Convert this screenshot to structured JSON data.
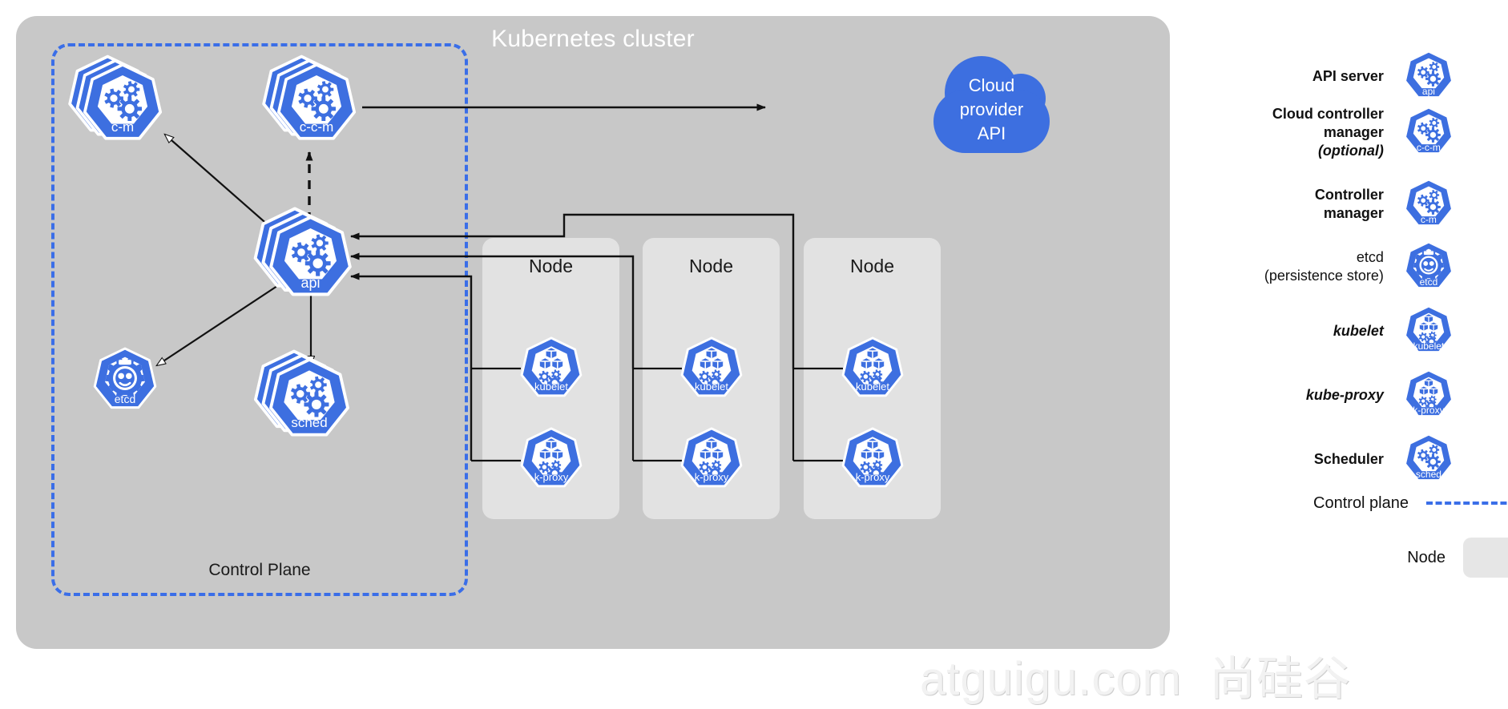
{
  "cluster": {
    "title": "Kubernetes cluster",
    "control_plane_label": "Control Plane"
  },
  "cloud": {
    "line1": "Cloud",
    "line2": "provider",
    "line3": "API"
  },
  "control_plane_components": [
    {
      "id": "c-m",
      "caption": "c-m",
      "icon": "gears-icon",
      "stacked": true
    },
    {
      "id": "c-c-m",
      "caption": "c-c-m",
      "icon": "gears-icon",
      "stacked": true
    },
    {
      "id": "api",
      "caption": "api",
      "icon": "gears-icon",
      "stacked": true
    },
    {
      "id": "etcd",
      "caption": "etcd",
      "icon": "etcd-gear-icon",
      "stacked": false
    },
    {
      "id": "sched",
      "caption": "sched",
      "icon": "gears-icon",
      "stacked": true
    }
  ],
  "nodes": [
    {
      "title": "Node",
      "components": [
        {
          "caption": "kubelet",
          "icon": "cubes-gears-icon"
        },
        {
          "caption": "k-proxy",
          "icon": "cubes-gears-icon"
        }
      ]
    },
    {
      "title": "Node",
      "components": [
        {
          "caption": "kubelet",
          "icon": "cubes-gears-icon"
        },
        {
          "caption": "k-proxy",
          "icon": "cubes-gears-icon"
        }
      ]
    },
    {
      "title": "Node",
      "components": [
        {
          "caption": "kubelet",
          "icon": "cubes-gears-icon"
        },
        {
          "caption": "k-proxy",
          "icon": "cubes-gears-icon"
        }
      ]
    }
  ],
  "legend": {
    "items": [
      {
        "label": "API server",
        "caption": "api",
        "icon": "gears-icon",
        "style": "bold"
      },
      {
        "label": "Cloud controller\nmanager\n(optional)",
        "caption": "c-c-m",
        "icon": "gears-icon",
        "style": "bold-mixed"
      },
      {
        "label": "Controller\nmanager",
        "caption": "c-m",
        "icon": "gears-icon",
        "style": "bold"
      },
      {
        "label": "etcd\n(persistence store)",
        "caption": "etcd",
        "icon": "etcd-gear-icon",
        "style": "normal"
      },
      {
        "label": "kubelet",
        "caption": "kubelet",
        "icon": "cubes-gears-icon",
        "style": "italic"
      },
      {
        "label": "kube-proxy",
        "caption": "k-proxy",
        "icon": "cubes-gears-icon",
        "style": "italic"
      },
      {
        "label": "Scheduler",
        "caption": "sched",
        "icon": "gears-icon",
        "style": "bold"
      }
    ],
    "control_plane": {
      "label": "Control plane",
      "swatch": "blue-dashed-line"
    },
    "node": {
      "label": "Node",
      "swatch": "gray-rounded-box"
    }
  },
  "watermark": {
    "latin": "atguigu.com",
    "cjk": "尚硅谷"
  },
  "colors": {
    "k8s_blue": "#3d6fe0",
    "cluster_gray": "#c8c8c8",
    "node_gray": "#e2e2e2",
    "dashed_blue": "#3a6ee8",
    "wire_black": "#111111"
  }
}
